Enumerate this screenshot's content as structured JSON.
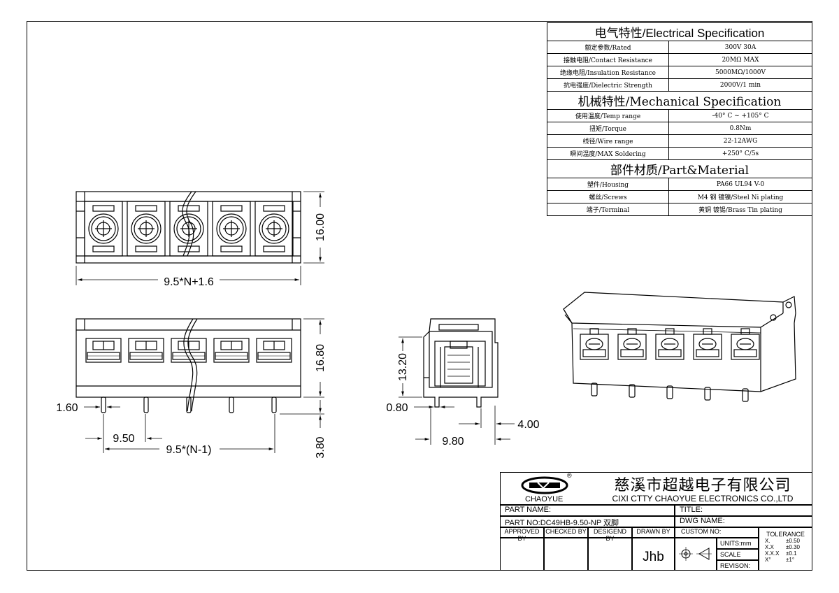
{
  "spec": {
    "electrical": {
      "title": "电气特性/Electrical Specification",
      "rows": [
        {
          "label": "额定参数/Rated",
          "value": "300V  30A"
        },
        {
          "label": "接触电阻/Contact Resistance",
          "value": "20MΩ MAX"
        },
        {
          "label": "绝缘电阻/Insulation Resistance",
          "value": "5000MΩ/1000V"
        },
        {
          "label": "抗电强度/Dielectric Strength",
          "value": "2000V/1 min"
        }
      ]
    },
    "mechanical": {
      "title": "机械特性/Mechanical Specification",
      "rows": [
        {
          "label": "使用温度/Temp range",
          "value": "-40° C ~ +105° C"
        },
        {
          "label": "扭矩/Torque",
          "value": "0.8Nm"
        },
        {
          "label": "线径/Wire range",
          "value": "22-12AWG"
        },
        {
          "label": "瞬间温度/MAX Soldering",
          "value": "+250° C/5s"
        }
      ]
    },
    "material": {
      "title": "部件材质/Part&Material",
      "rows": [
        {
          "label": "塑件/Housing",
          "value": "PA66 UL94 V-0"
        },
        {
          "label": "螺丝/Screws",
          "value": "M4 钢 镀镍/Steel Ni plating"
        },
        {
          "label": "端子/Terminal",
          "value": "黄铜 镀锡/Brass Tin  plating"
        }
      ]
    }
  },
  "dims": {
    "top_height": "16.00",
    "top_width": "9.5*N+1.6",
    "front_height": "16.80",
    "pin_width": "1.60",
    "pitch": "9.50",
    "span": "9.5*(N-1)",
    "pin_length": "3.80",
    "side_height": "13.20",
    "side_pin": "0.80",
    "side_depth": "9.80",
    "side_offset": "4.00"
  },
  "title_block": {
    "company_cn": "慈溪市超越电子有限公司",
    "company_en": "CIXI CTTY CHAOYUE ELECTRONICS CO.,LTD",
    "logo_text": "CHAOYUE",
    "logo_mark": "®",
    "part_name_label": "PART NAME:",
    "title_label": "TITLE:",
    "part_no": "PART NO:DC49HB-9.50-NP 双脚",
    "dwg_name_label": "DWG NAME:",
    "approved_by": "APPROVED BY",
    "checked_by": "CHECKED BY",
    "designed_by": "DESIGEND BY",
    "drawn_by": "DRAWN BY",
    "drawn_by_value": "Jhb",
    "custom_no": "CUSTOM NO:",
    "units": "UNITS:mm",
    "scale": "SCALE",
    "revision": "REVISON:",
    "tolerance": {
      "title": "TOLERANCE",
      "rows": [
        {
          "k": "X.",
          "v": "±0.50"
        },
        {
          "k": "X.X",
          "v": "±0.30"
        },
        {
          "k": "X.X.X",
          "v": "±0.1"
        },
        {
          "k": "X°",
          "v": "±1°"
        }
      ]
    }
  }
}
